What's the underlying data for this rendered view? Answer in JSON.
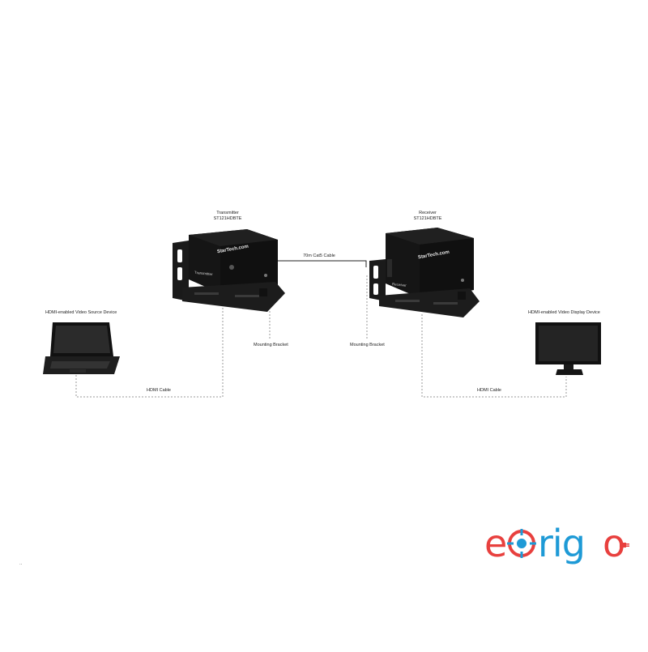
{
  "transmitter": {
    "title": "Transmitter",
    "model": "ST121HDBTE",
    "brand": "StarTech.com",
    "panel_label": "Transmitter"
  },
  "receiver": {
    "title": "Receiver",
    "model": "ST121HDBTE",
    "brand": "StarTech.com",
    "panel_label": "Receiver"
  },
  "links": {
    "cat5": "70m Cat5 Cable",
    "bracket_left": "Mounting Bracket",
    "bracket_right": "Mounting Bracket",
    "hdmi_left": "HDMI Cable",
    "hdmi_right": "HDMI Cable"
  },
  "source": {
    "label": "HDMI-enabled Video Source Device"
  },
  "display": {
    "label": "HDMI-enabled Video Display Device"
  },
  "watermark": {
    "text": "eOrigo",
    "left": "e",
    "mid": "rig",
    "right": "o"
  },
  "colors": {
    "device": "#151515",
    "line": "#9a9a9a",
    "logo_red": "#e8403e",
    "logo_blue": "#1e9ad6"
  },
  "stray_mark": ".."
}
